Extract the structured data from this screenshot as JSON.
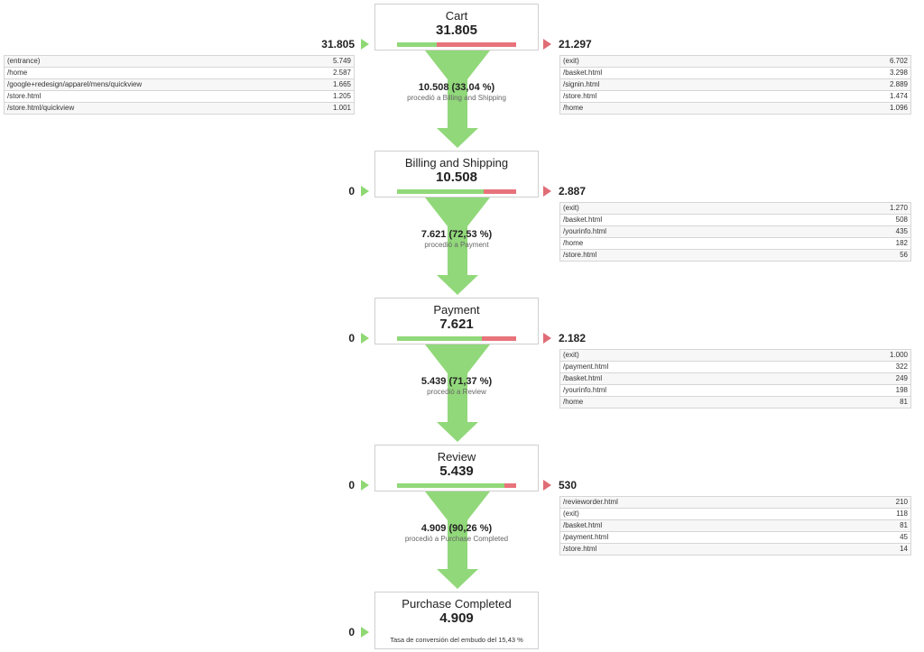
{
  "colors": {
    "accent_green": "#91d87a",
    "accent_red": "#e8737b"
  },
  "stages": [
    {
      "name": "Cart",
      "value": "31.805",
      "entries": "31.805",
      "exits": "21.297",
      "proceed_fraction": 0.33,
      "proceed": "10.508 (33,04 %)",
      "proceed_label": "procedió a Billing and Shipping",
      "entry_sources": [
        {
          "page": "(entrance)",
          "count": "5.749"
        },
        {
          "page": "/home",
          "count": "2.587"
        },
        {
          "page": "/google+redesign/apparel/mens/quickview",
          "count": "1.665"
        },
        {
          "page": "/store.html",
          "count": "1.205"
        },
        {
          "page": "/store.html/quickview",
          "count": "1.001"
        }
      ],
      "exit_targets": [
        {
          "page": "(exit)",
          "count": "6.702"
        },
        {
          "page": "/basket.html",
          "count": "3.298"
        },
        {
          "page": "/signin.html",
          "count": "2.889"
        },
        {
          "page": "/store.html",
          "count": "1.474"
        },
        {
          "page": "/home",
          "count": "1.096"
        }
      ]
    },
    {
      "name": "Billing and Shipping",
      "value": "10.508",
      "entries": "0",
      "exits": "2.887",
      "proceed_fraction": 0.725,
      "proceed": "7.621 (72,53 %)",
      "proceed_label": "procedió a Payment",
      "exit_targets": [
        {
          "page": "(exit)",
          "count": "1.270"
        },
        {
          "page": "/basket.html",
          "count": "508"
        },
        {
          "page": "/yourinfo.html",
          "count": "435"
        },
        {
          "page": "/home",
          "count": "182"
        },
        {
          "page": "/store.html",
          "count": "56"
        }
      ]
    },
    {
      "name": "Payment",
      "value": "7.621",
      "entries": "0",
      "exits": "2.182",
      "proceed_fraction": 0.714,
      "proceed": "5.439 (71,37 %)",
      "proceed_label": "procedió a Review",
      "exit_targets": [
        {
          "page": "(exit)",
          "count": "1.000"
        },
        {
          "page": "/payment.html",
          "count": "322"
        },
        {
          "page": "/basket.html",
          "count": "249"
        },
        {
          "page": "/yourinfo.html",
          "count": "198"
        },
        {
          "page": "/home",
          "count": "81"
        }
      ]
    },
    {
      "name": "Review",
      "value": "5.439",
      "entries": "0",
      "exits": "530",
      "proceed_fraction": 0.903,
      "proceed": "4.909 (90,26 %)",
      "proceed_label": "procedió a Purchase Completed",
      "exit_targets": [
        {
          "page": "/revieworder.html",
          "count": "210"
        },
        {
          "page": "(exit)",
          "count": "118"
        },
        {
          "page": "/basket.html",
          "count": "81"
        },
        {
          "page": "/payment.html",
          "count": "45"
        },
        {
          "page": "/store.html",
          "count": "14"
        }
      ]
    },
    {
      "name": "Purchase Completed",
      "value": "4.909",
      "entries": "0",
      "conversion": "Tasa de conversión del embudo del 15,43 %"
    }
  ]
}
